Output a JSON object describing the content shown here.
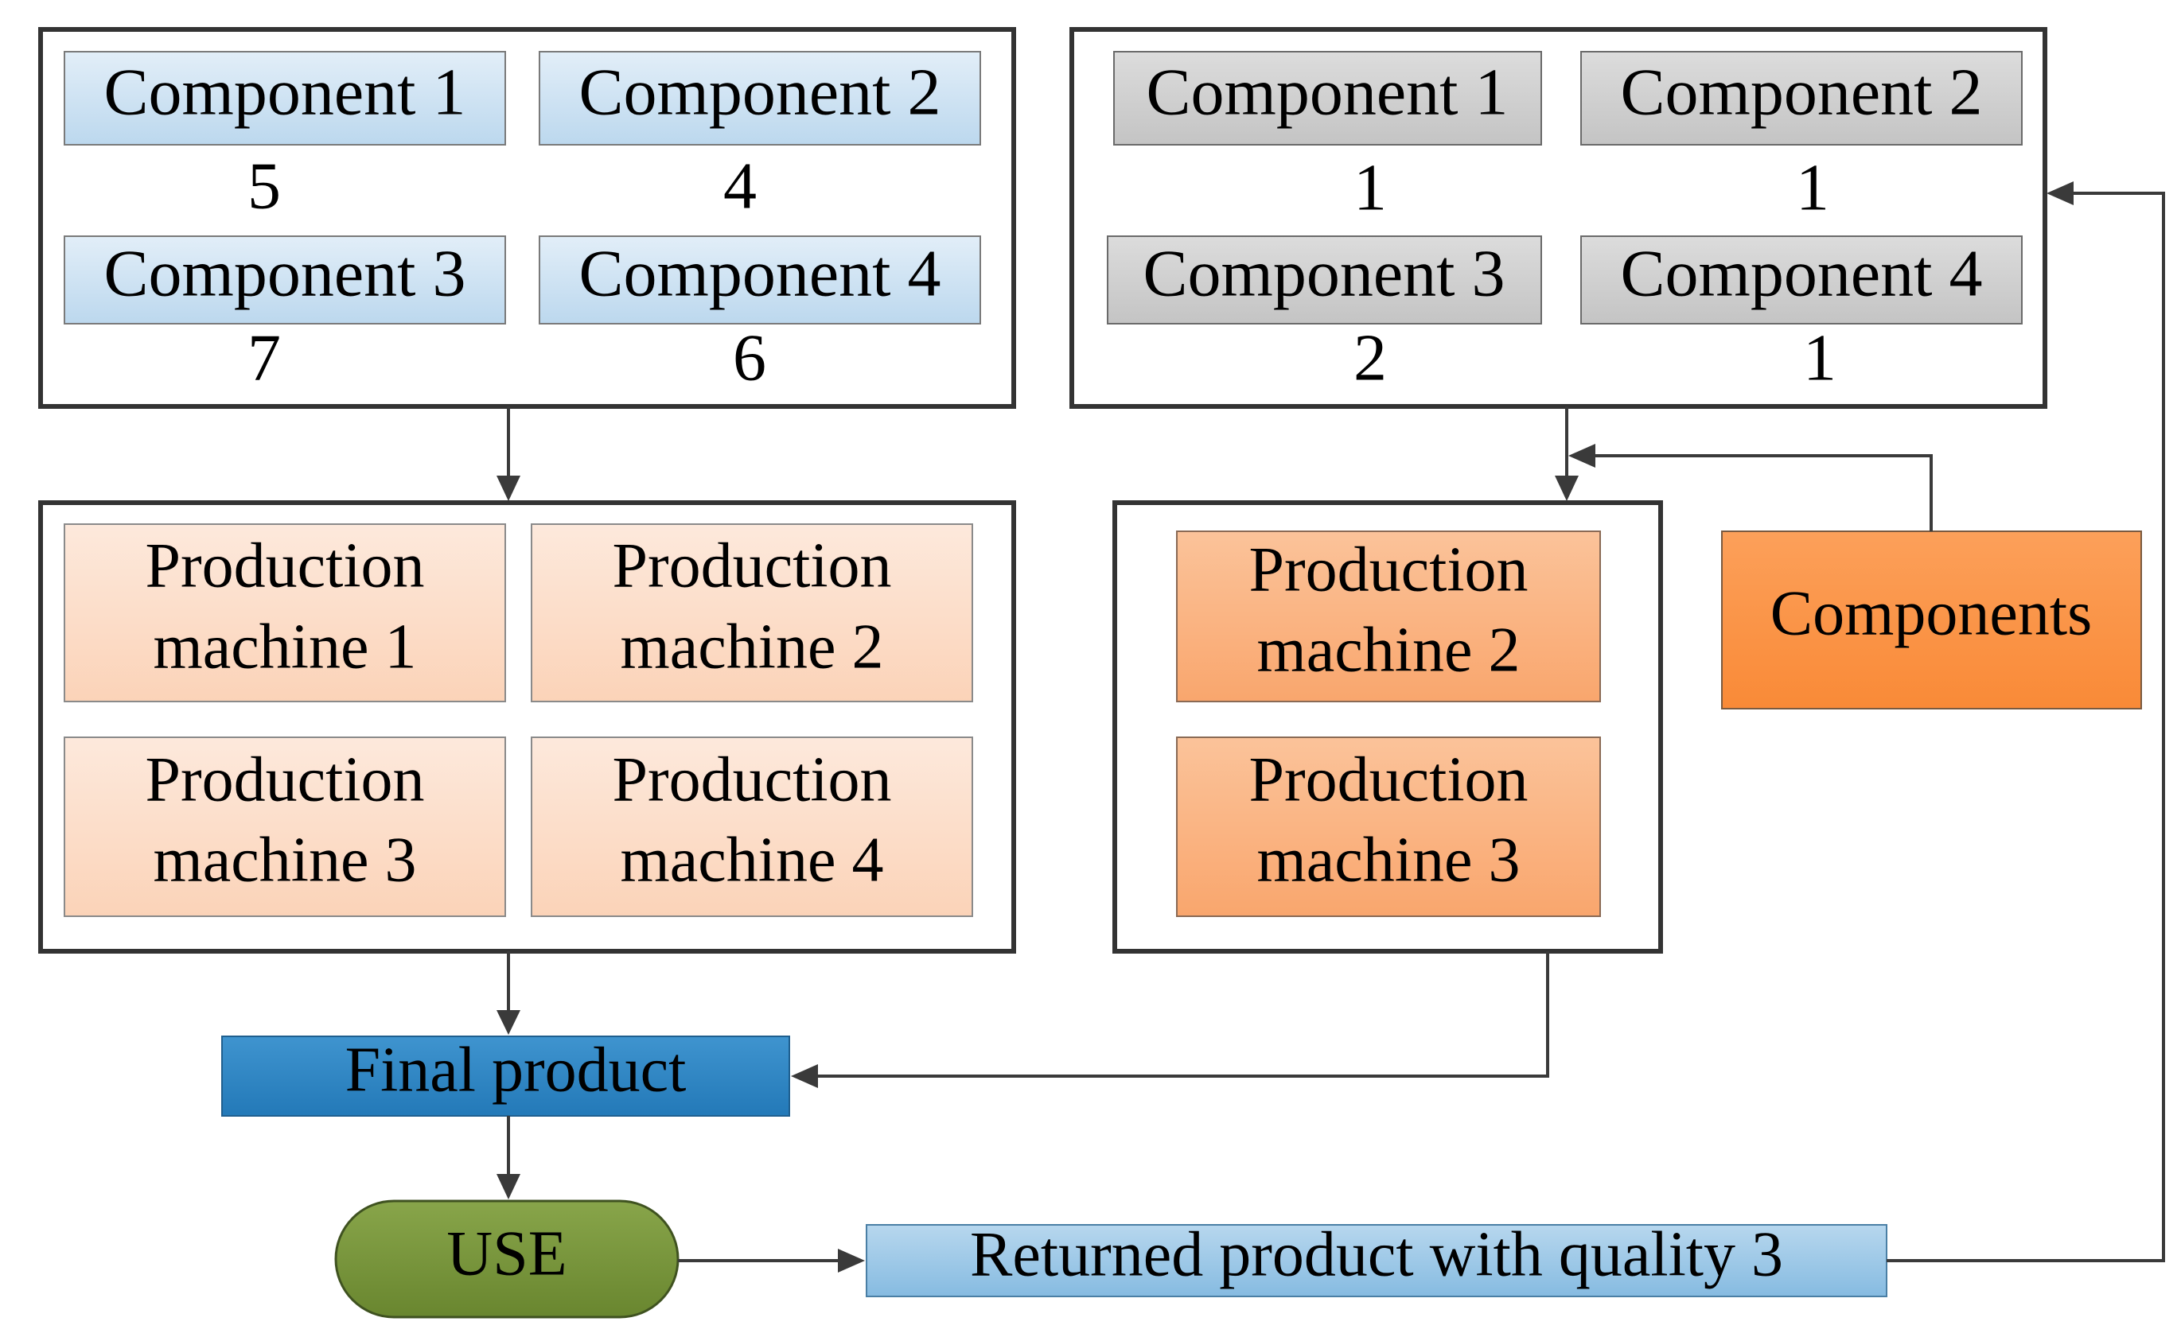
{
  "new_components": {
    "items": [
      {
        "label": "Component 1",
        "quantity": "5"
      },
      {
        "label": "Component 2",
        "quantity": "4"
      },
      {
        "label": "Component 3",
        "quantity": "7"
      },
      {
        "label": "Component 4",
        "quantity": "6"
      }
    ],
    "fill_color": "#cfe3f1"
  },
  "returned_components": {
    "items": [
      {
        "label": "Component 1",
        "quantity": "1"
      },
      {
        "label": "Component 2",
        "quantity": "1"
      },
      {
        "label": "Component 3",
        "quantity": "2"
      },
      {
        "label": "Component 4",
        "quantity": "1"
      }
    ],
    "fill_color": "#cfcfcf"
  },
  "new_production": {
    "machines": [
      {
        "line1": "Production",
        "line2": "machine 1"
      },
      {
        "line1": "Production",
        "line2": "machine 2"
      },
      {
        "line1": "Production",
        "line2": "machine 3"
      },
      {
        "line1": "Production",
        "line2": "machine 4"
      }
    ],
    "fill_color": "#fcdcc8"
  },
  "remanufacturing": {
    "machines": [
      {
        "line1": "Production",
        "line2": "machine 2"
      },
      {
        "line1": "Production",
        "line2": "machine 3"
      }
    ],
    "fill_color": "#fbaf80"
  },
  "components_source": {
    "label": "Components",
    "fill_color": "#fb9447"
  },
  "final_product": {
    "label": "Final product",
    "fill_color": "#2f88c5"
  },
  "use": {
    "label": "USE",
    "fill_color": "#77933c"
  },
  "returned_product": {
    "label": "Returned product with quality 3",
    "fill_color": "#9bc7e6"
  }
}
